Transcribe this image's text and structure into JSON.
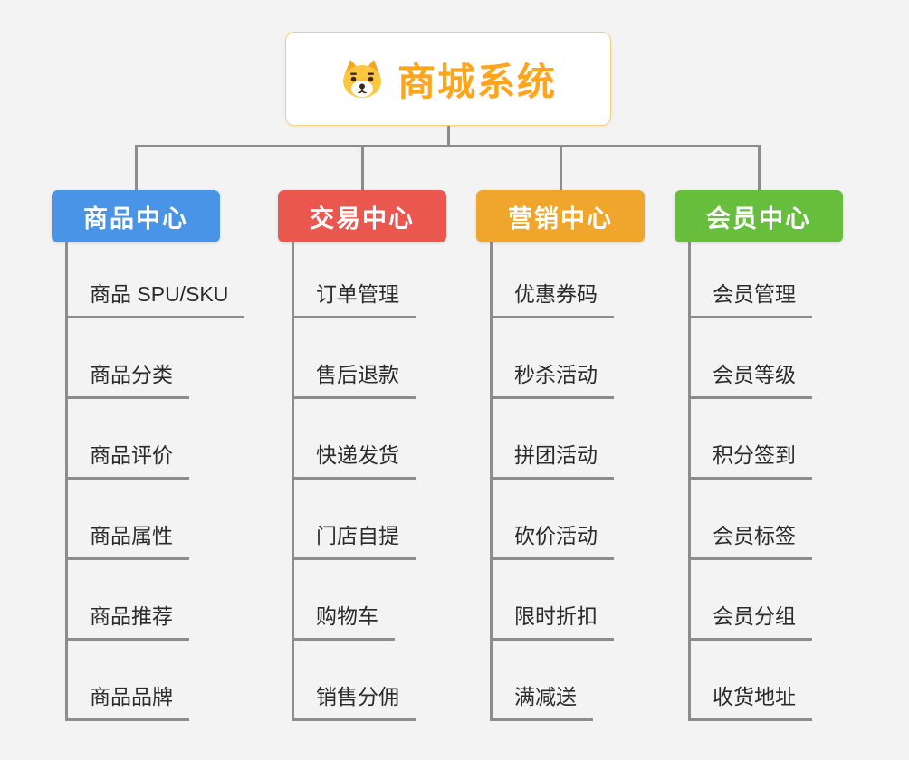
{
  "root": {
    "title": "商城系统",
    "icon": "dog-icon"
  },
  "connector_color": "#8c8c8c",
  "branches": [
    {
      "id": "product-center",
      "label": "商品中心",
      "color": "#4a94e8",
      "children": [
        "商品 SPU/SKU",
        "商品分类",
        "商品评价",
        "商品属性",
        "商品推荐",
        "商品品牌"
      ]
    },
    {
      "id": "trade-center",
      "label": "交易中心",
      "color": "#e9574e",
      "children": [
        "订单管理",
        "售后退款",
        "快递发货",
        "门店自提",
        "购物车",
        "销售分佣"
      ]
    },
    {
      "id": "marketing-center",
      "label": "营销中心",
      "color": "#f0a62d",
      "children": [
        "优惠券码",
        "秒杀活动",
        "拼团活动",
        "砍价活动",
        "限时折扣",
        "满减送"
      ]
    },
    {
      "id": "member-center",
      "label": "会员中心",
      "color": "#67be3d",
      "children": [
        "会员管理",
        "会员等级",
        "积分签到",
        "会员标签",
        "会员分组",
        "收货地址"
      ]
    }
  ]
}
